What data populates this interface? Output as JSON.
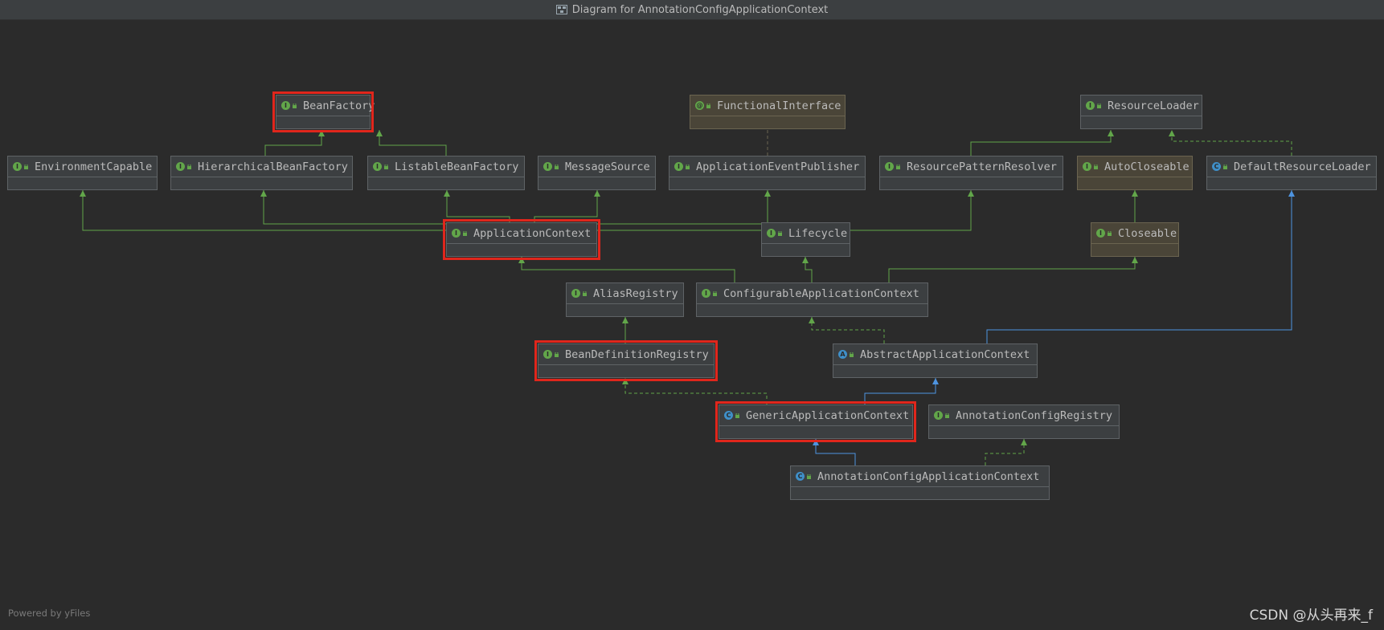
{
  "window": {
    "title": "Diagram for AnnotationConfigApplicationContext"
  },
  "footer": {
    "powered_by": "Powered by yFiles",
    "watermark": "CSDN @从头再来_f"
  },
  "colors": {
    "extends_edge": "#62a64a",
    "implements_edge": "#4e94e0",
    "highlight": "#e0261c",
    "interface_icon": "#62a64a",
    "class_icon": "#3f8fc8"
  },
  "nodes": [
    {
      "id": "BeanFactory",
      "label": "BeanFactory",
      "kind": "interface",
      "highlighted": true
    },
    {
      "id": "FunctionalInterface",
      "label": "FunctionalInterface",
      "kind": "annotation",
      "highlighted": false
    },
    {
      "id": "ResourceLoader",
      "label": "ResourceLoader",
      "kind": "interface",
      "highlighted": false
    },
    {
      "id": "EnvironmentCapable",
      "label": "EnvironmentCapable",
      "kind": "interface",
      "highlighted": false
    },
    {
      "id": "HierarchicalBeanFactory",
      "label": "HierarchicalBeanFactory",
      "kind": "interface",
      "highlighted": false
    },
    {
      "id": "ListableBeanFactory",
      "label": "ListableBeanFactory",
      "kind": "interface",
      "highlighted": false
    },
    {
      "id": "MessageSource",
      "label": "MessageSource",
      "kind": "interface",
      "highlighted": false
    },
    {
      "id": "ApplicationEventPublisher",
      "label": "ApplicationEventPublisher",
      "kind": "interface",
      "highlighted": false
    },
    {
      "id": "ResourcePatternResolver",
      "label": "ResourcePatternResolver",
      "kind": "interface",
      "highlighted": false
    },
    {
      "id": "AutoCloseable",
      "label": "AutoCloseable",
      "kind": "interface",
      "highlighted": false,
      "library": true
    },
    {
      "id": "DefaultResourceLoader",
      "label": "DefaultResourceLoader",
      "kind": "class",
      "highlighted": false
    },
    {
      "id": "ApplicationContext",
      "label": "ApplicationContext",
      "kind": "interface",
      "highlighted": true
    },
    {
      "id": "Lifecycle",
      "label": "Lifecycle",
      "kind": "interface",
      "highlighted": false
    },
    {
      "id": "Closeable",
      "label": "Closeable",
      "kind": "interface",
      "highlighted": false,
      "library": true
    },
    {
      "id": "AliasRegistry",
      "label": "AliasRegistry",
      "kind": "interface",
      "highlighted": false
    },
    {
      "id": "ConfigurableApplicationContext",
      "label": "ConfigurableApplicationContext",
      "kind": "interface",
      "highlighted": false
    },
    {
      "id": "BeanDefinitionRegistry",
      "label": "BeanDefinitionRegistry",
      "kind": "interface",
      "highlighted": true
    },
    {
      "id": "AbstractApplicationContext",
      "label": "AbstractApplicationContext",
      "kind": "abstract",
      "highlighted": false
    },
    {
      "id": "GenericApplicationContext",
      "label": "GenericApplicationContext",
      "kind": "class",
      "highlighted": true
    },
    {
      "id": "AnnotationConfigRegistry",
      "label": "AnnotationConfigRegistry",
      "kind": "interface",
      "highlighted": false
    },
    {
      "id": "AnnotationConfigApplicationContext",
      "label": "AnnotationConfigApplicationContext",
      "kind": "class",
      "highlighted": false
    }
  ],
  "edges": [
    {
      "from": "HierarchicalBeanFactory",
      "to": "BeanFactory",
      "type": "extends"
    },
    {
      "from": "ListableBeanFactory",
      "to": "BeanFactory",
      "type": "extends"
    },
    {
      "from": "ApplicationEventPublisher",
      "to": "FunctionalInterface",
      "type": "annotated"
    },
    {
      "from": "ResourcePatternResolver",
      "to": "ResourceLoader",
      "type": "extends"
    },
    {
      "from": "DefaultResourceLoader",
      "to": "ResourceLoader",
      "type": "implements"
    },
    {
      "from": "ApplicationContext",
      "to": "EnvironmentCapable",
      "type": "extends"
    },
    {
      "from": "ApplicationContext",
      "to": "HierarchicalBeanFactory",
      "type": "extends"
    },
    {
      "from": "ApplicationContext",
      "to": "ListableBeanFactory",
      "type": "extends"
    },
    {
      "from": "ApplicationContext",
      "to": "MessageSource",
      "type": "extends"
    },
    {
      "from": "ApplicationContext",
      "to": "ApplicationEventPublisher",
      "type": "extends"
    },
    {
      "from": "ApplicationContext",
      "to": "ResourcePatternResolver",
      "type": "extends"
    },
    {
      "from": "Closeable",
      "to": "AutoCloseable",
      "type": "extends"
    },
    {
      "from": "ConfigurableApplicationContext",
      "to": "ApplicationContext",
      "type": "extends"
    },
    {
      "from": "ConfigurableApplicationContext",
      "to": "Lifecycle",
      "type": "extends"
    },
    {
      "from": "ConfigurableApplicationContext",
      "to": "Closeable",
      "type": "extends"
    },
    {
      "from": "BeanDefinitionRegistry",
      "to": "AliasRegistry",
      "type": "extends"
    },
    {
      "from": "AbstractApplicationContext",
      "to": "ConfigurableApplicationContext",
      "type": "implements"
    },
    {
      "from": "AbstractApplicationContext",
      "to": "DefaultResourceLoader",
      "type": "extends-class"
    },
    {
      "from": "GenericApplicationContext",
      "to": "AbstractApplicationContext",
      "type": "extends-class"
    },
    {
      "from": "GenericApplicationContext",
      "to": "BeanDefinitionRegistry",
      "type": "implements"
    },
    {
      "from": "AnnotationConfigApplicationContext",
      "to": "GenericApplicationContext",
      "type": "extends-class"
    },
    {
      "from": "AnnotationConfigApplicationContext",
      "to": "AnnotationConfigRegistry",
      "type": "implements"
    }
  ]
}
